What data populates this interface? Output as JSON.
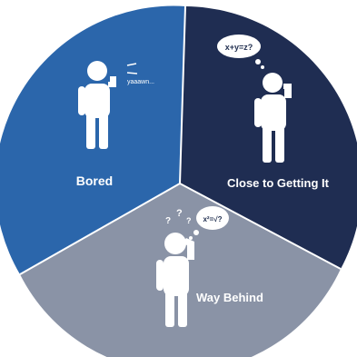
{
  "segments": [
    {
      "label": "Bored",
      "color": "#2b66ab",
      "caption": "yaaawn..."
    },
    {
      "label": "Close to Getting It",
      "color": "#1f2d52",
      "thought": "x+y=z?"
    },
    {
      "label": "Way Behind",
      "color": "#8a93a6",
      "thought_marks": "?",
      "thought_formula": "x²=√?"
    }
  ],
  "colors": {
    "figure": "#ffffff",
    "divider": "#ffffff"
  }
}
